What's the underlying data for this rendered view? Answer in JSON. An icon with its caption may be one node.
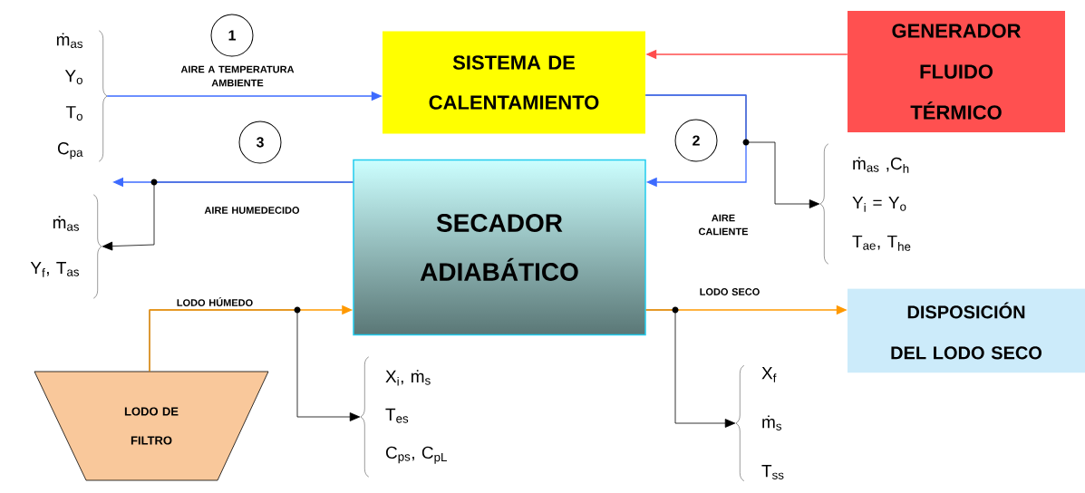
{
  "diagram": {
    "nodes": [
      {
        "text": [
          "SISTEMA DE CALENTAMIENTO"
        ]
      },
      {
        "text": [
          "GENERADOR FLUIDO TÉRMICO"
        ]
      },
      {
        "text": [
          "SECADOR ADIABÁTICO"
        ]
      },
      {
        "text": [
          "DISPOSICIÓN DEL LODO SECO"
        ]
      },
      {
        "text": [
          "LODO DE FILTRO"
        ]
      },
      {
        "text": [
          "1"
        ]
      },
      {
        "text": [
          "2"
        ]
      },
      {
        "text": [
          "3"
        ]
      },
      {
        "text": [
          "ṁ$_{as}$",
          "Y$_{o}$",
          "T$_{o}$",
          "C$_{pa}$"
        ]
      },
      {
        "text": [
          "ṁ$_{as}$",
          "Y$_{f}$, T$_{as}$"
        ]
      },
      {
        "text": [
          "ṁ$_{as}$ ,C$_{h}$",
          "Y$_{i}$ = Y$_{o}$",
          "T$_{ae}$, T$_{he}$"
        ]
      },
      {
        "text": [
          "X$_{i}$, ṁ$_{s}$",
          "T$_{es}$",
          "C$_{ps}$, C$_{pL}$"
        ]
      },
      {
        "text": [
          "X$_{f}$",
          "ṁ$_{s}$",
          "T$_{ss}$"
        ]
      }
    ],
    "edges": [
      {
        "from": 8,
        "to": 0,
        "arrow": "to",
        "label": "AIRE A TEMPERATURA AMBIENTE",
        "color": "#3d6bff"
      },
      {
        "from": 1,
        "to": 0,
        "arrow": "to",
        "color": "#ff4d4d"
      },
      {
        "from": 0,
        "to": 2,
        "arrow": "to",
        "label": "AIRE CALIENTE",
        "color": "#3d6bff"
      },
      {
        "from": 0,
        "to": 10,
        "arrow": "to"
      },
      {
        "from": 2,
        "to": null,
        "arrow": "to",
        "label": "AIRE HUMEDECIDO",
        "color": "#3d6bff"
      },
      {
        "from": 2,
        "to": 9,
        "arrow": "to"
      },
      {
        "from": 4,
        "to": 2,
        "arrow": "to",
        "label": "LODO HÚMEDO",
        "color": "#ff9900"
      },
      {
        "from": 4,
        "to": 11,
        "arrow": "to"
      },
      {
        "from": 2,
        "to": 3,
        "arrow": "to",
        "label": "LODO SECO",
        "color": "#ff9900"
      },
      {
        "from": 2,
        "to": 12,
        "arrow": "to"
      }
    ]
  }
}
